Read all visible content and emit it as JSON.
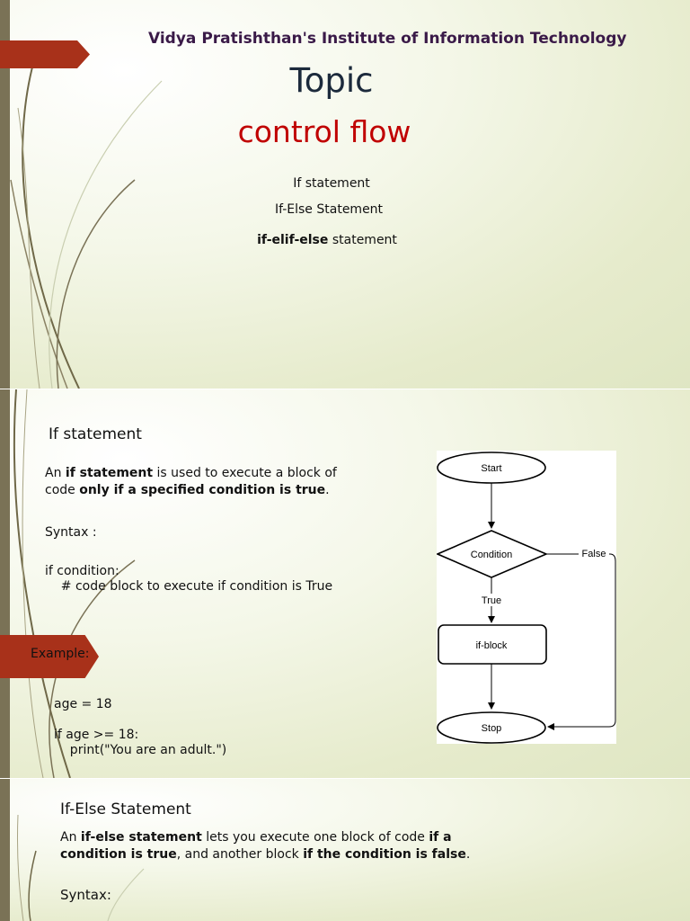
{
  "slide1": {
    "institute": "Vidya Pratishthan's Institute of Information Technology",
    "topic_label": "Topic",
    "topic": "control flow",
    "items": [
      {
        "bold": "",
        "text": "If statement"
      },
      {
        "bold": "",
        "text": "If-Else Statement"
      },
      {
        "bold": "if-elif-else",
        "text": " statement"
      }
    ]
  },
  "slide2": {
    "heading": "If statement",
    "description": {
      "p1": "An ",
      "b1": "if statement",
      "p2": " is used to execute a block of code ",
      "b2": "only if a specified condition is true",
      "p3": "."
    },
    "syntax_label": "Syntax :",
    "syntax_lines": [
      "if condition:",
      "    # code block to execute if condition is True"
    ],
    "example_label": "Example:",
    "example_lines": [
      "age = 18",
      "",
      "if age >= 18:",
      "    print(\"You are an adult.\")"
    ],
    "flowchart": {
      "start": "Start",
      "condition": "Condition",
      "true_label": "True",
      "false_label": "False",
      "block": "if-block",
      "stop": "Stop"
    }
  },
  "slide3": {
    "heading": "If-Else Statement",
    "description": {
      "p1": "An ",
      "b1": "if-else statement",
      "p2": " lets you execute one block of code ",
      "b2": "if a condition is true",
      "p3": ", and another block ",
      "b3": "if the condition is false",
      "p4": "."
    },
    "syntax_label": "Syntax:"
  },
  "theme": {
    "accent": "#a8311a",
    "sidebar": "#7a7256",
    "title_red": "#c00000",
    "institute_purple": "#3a1a48"
  }
}
